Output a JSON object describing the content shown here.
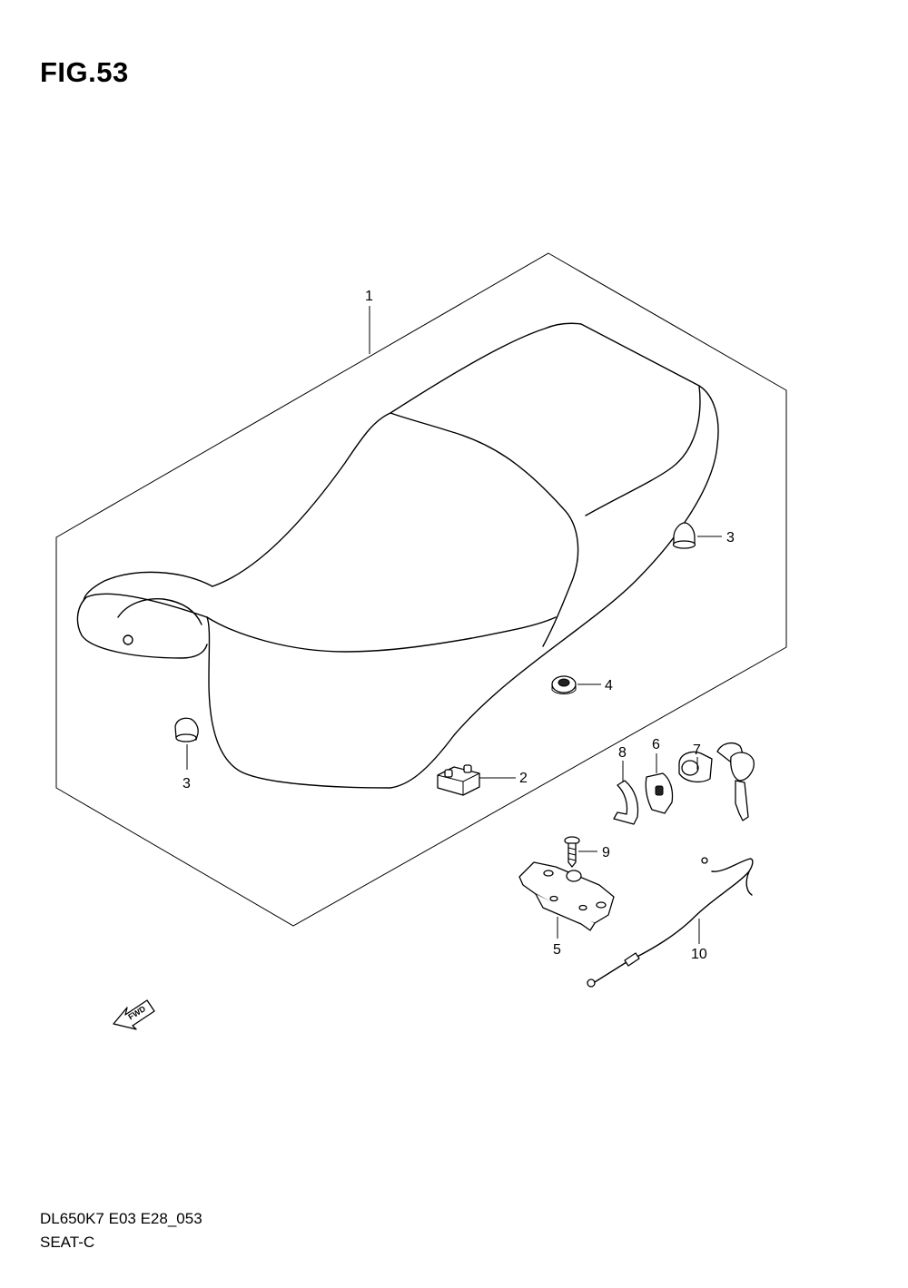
{
  "figure": {
    "title": "FIG.53"
  },
  "footer": {
    "code": "DL650K7 E03 E28_053",
    "name": "SEAT-C"
  },
  "callouts": {
    "c1": "1",
    "c2": "2",
    "c3a": "3",
    "c3b": "3",
    "c4": "4",
    "c5": "5",
    "c6": "6",
    "c7": "7",
    "c8": "8",
    "c9": "9",
    "c10": "10"
  },
  "fwd_marker": {
    "label": "FWD"
  }
}
